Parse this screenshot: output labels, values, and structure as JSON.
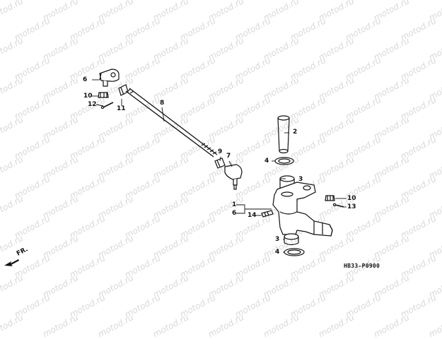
{
  "watermark": "motod.ru",
  "diagram_code": "HB33-P0900",
  "direction_label": "FR.",
  "parts": {
    "p1": "1",
    "p2": "2",
    "p3a": "3",
    "p3b": "3",
    "p4a": "4",
    "p4b": "4",
    "p6a": "6",
    "p6b": "6",
    "p7": "7",
    "p8": "8",
    "p9": "9",
    "p10a": "10",
    "p10b": "10",
    "p11": "11",
    "p12": "12",
    "p13": "13",
    "p14": "14"
  }
}
